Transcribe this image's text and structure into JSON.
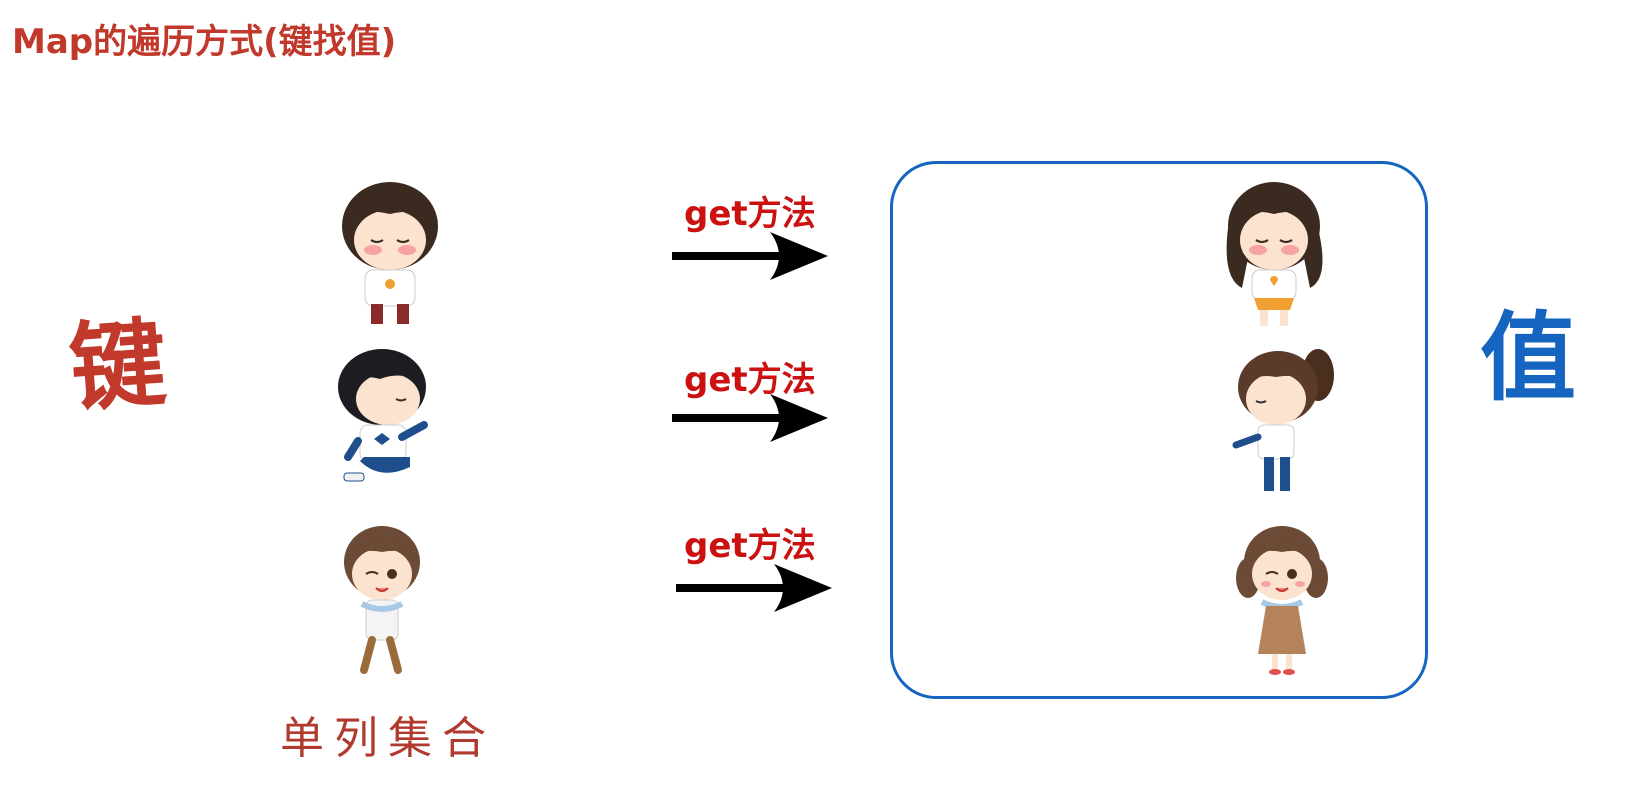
{
  "title": "Map的遍历方式(键找值)",
  "key_label": "键",
  "value_label": "值",
  "set_label": "单列集合",
  "arrows": [
    {
      "label": "get方法"
    },
    {
      "label": "get方法"
    },
    {
      "label": "get方法"
    }
  ],
  "keys": [
    {
      "icon": "boy-shy-icon"
    },
    {
      "icon": "boy-kneeling-icon"
    },
    {
      "icon": "boy-winking-icon"
    }
  ],
  "values": [
    {
      "icon": "girl-shy-icon"
    },
    {
      "icon": "girl-ponytail-icon"
    },
    {
      "icon": "girl-winking-icon"
    }
  ],
  "colors": {
    "title": "#c0392b",
    "key_label": "#c0392b",
    "value_label": "#1565c0",
    "box_border": "#1565c0",
    "arrow_label": "#cc1111",
    "arrow": "#000000"
  }
}
